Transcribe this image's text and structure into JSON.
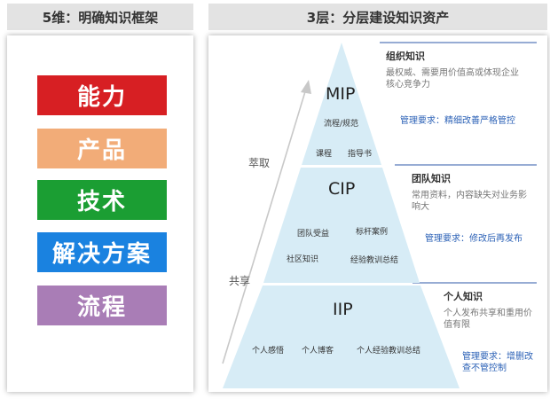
{
  "left": {
    "header": "5维：明确知识框架",
    "dimensions": [
      {
        "label": "能力",
        "color": "#d71f23"
      },
      {
        "label": "产品",
        "color": "#f2ac78"
      },
      {
        "label": "技术",
        "color": "#1b9e33"
      },
      {
        "label": "解决方案",
        "color": "#1a82e0"
      },
      {
        "label": "流程",
        "color": "#a97db6"
      }
    ]
  },
  "right": {
    "header": "3层：分层建设知识资产",
    "axis": {
      "upper_label": "萃取",
      "lower_label": "共享"
    },
    "tiers": [
      {
        "name": "MIP",
        "items": [
          "流程/规范",
          "课程",
          "指导书"
        ],
        "desc_title": "组织知识",
        "desc_text": "最权威、需要用价值高或体现企业核心竞争力",
        "desc_mgmt": "管理要求：精细改善严格管控"
      },
      {
        "name": "CIP",
        "items": [
          "团队受益",
          "标杆案例",
          "社区知识",
          "经验教训总结"
        ],
        "desc_title": "团队知识",
        "desc_text": "常用资料，内容缺失对业务影响大",
        "desc_mgmt": "管理要求：修改后再发布"
      },
      {
        "name": "IIP",
        "items": [
          "个人感悟",
          "个人博客",
          "个人经验教训总结"
        ],
        "desc_title": "个人知识",
        "desc_text": "个人发布共享和重用价值有限",
        "desc_mgmt": "管理要求：增删改查不管控制"
      }
    ],
    "colors": {
      "tier_fill": "#d7ecf6",
      "divider": "#ffffff",
      "guide_line": "#2f5aa8",
      "arrow": "#c8c8c8"
    }
  }
}
